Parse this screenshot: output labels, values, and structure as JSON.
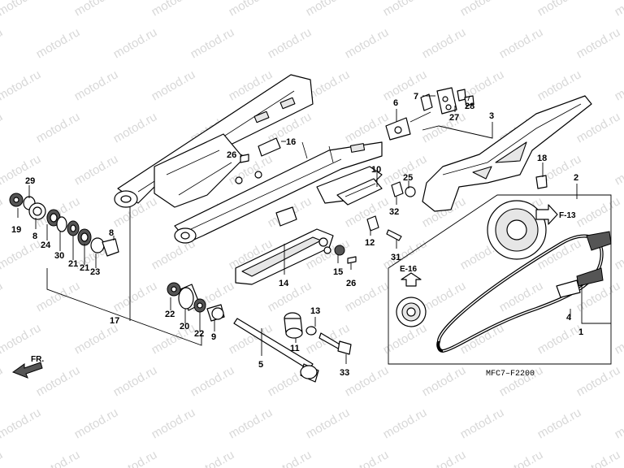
{
  "diagram": {
    "code": "MFC7–F2200",
    "front_label": "FR.",
    "watermark": "motod.ru",
    "refs": [
      {
        "id": "f13",
        "label": "F-13"
      },
      {
        "id": "e16",
        "label": "E-16"
      }
    ],
    "parts": [
      "1",
      "2",
      "3",
      "4",
      "5",
      "6",
      "7",
      "8",
      "8",
      "9",
      "10",
      "11",
      "12",
      "13",
      "14",
      "15",
      "16",
      "17",
      "18",
      "19",
      "20",
      "21",
      "21",
      "22",
      "22",
      "23",
      "24",
      "25",
      "26",
      "26",
      "27",
      "28",
      "29",
      "30",
      "31",
      "32",
      "33"
    ]
  }
}
